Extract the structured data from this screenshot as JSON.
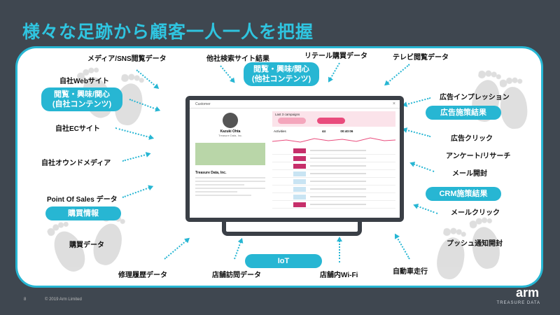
{
  "slide": {
    "title": "様々な足跡から顧客一人一人を把握",
    "page_number": "8",
    "copyright": "© 2019 Arm Limited"
  },
  "labels": {
    "media_sns": "メディア/SNS閲覧データ",
    "other_search": "他社検索サイト結果",
    "retail": "リテール購買データ",
    "tv": "テレビ閲覧データ",
    "own_web": "自社Webサイト",
    "own_ec": "自社ECサイト",
    "owned_media": "自社オウンドメディア",
    "pos": "Point Of Sales データ",
    "purchase": "購買データ",
    "repair": "修理履歴データ",
    "store_visit": "店舗訪問データ",
    "store_wifi": "店舗内Wi-Fi",
    "ad_impression": "広告インプレッション",
    "ad_click": "広告クリック",
    "survey": "アンケート/リサーチ",
    "mail_open": "メール開封",
    "mail_click": "メールクリック",
    "push_open": "プッシュ通知開封",
    "car": "自動車走行"
  },
  "pills": {
    "own_content": "閲覧・興味/関心\n(自社コンテンツ)",
    "other_content": "閲覧・興味/関心\n(他社コンテンツ)",
    "purchase_info": "購買情報",
    "ad_results": "広告施策結果",
    "crm_results": "CRM施策結果",
    "iot": "IoT"
  },
  "screen": {
    "window_title": "Customer",
    "profile_name": "Kazuki Ohta",
    "profile_subtitle": "Treasure Data, Inc.",
    "company": "Treasure Data, Inc.",
    "campaign_label": "Last 3 campaigns",
    "activities_label": "Activities",
    "stat_value": "44",
    "stat_value2": "00:40:06"
  },
  "brand": {
    "logo": "arm",
    "logo_sub": "TREASURE DATA"
  },
  "colors": {
    "accent": "#27b6d3",
    "background": "#3f4750"
  }
}
